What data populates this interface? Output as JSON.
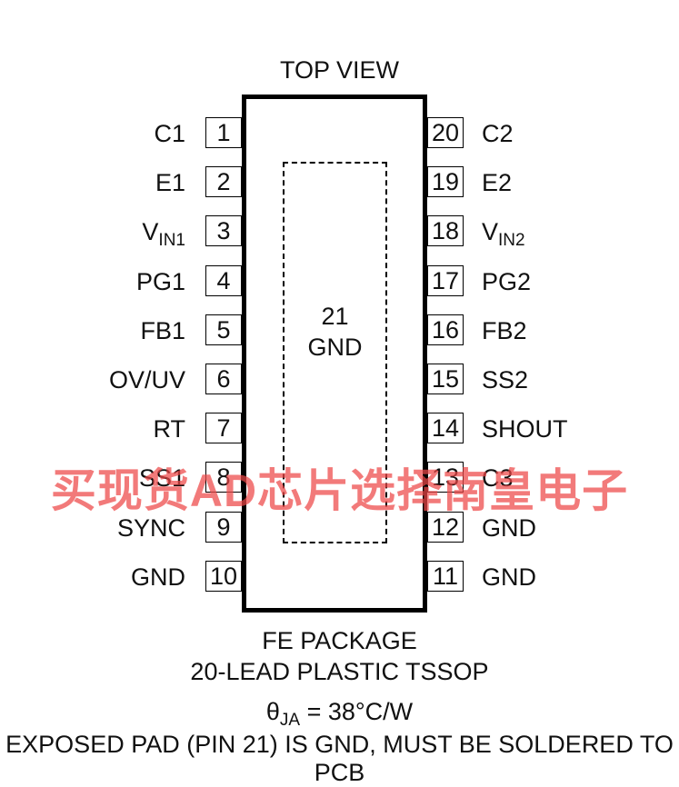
{
  "header": {
    "title": "TOP VIEW"
  },
  "exposed_pad": {
    "number": "21",
    "name": "GND"
  },
  "left_pins": [
    {
      "num": "1",
      "name": "C1",
      "sub": ""
    },
    {
      "num": "2",
      "name": "E1",
      "sub": ""
    },
    {
      "num": "3",
      "name": "V",
      "sub": "IN1"
    },
    {
      "num": "4",
      "name": "PG1",
      "sub": ""
    },
    {
      "num": "5",
      "name": "FB1",
      "sub": ""
    },
    {
      "num": "6",
      "name": "OV/UV",
      "sub": ""
    },
    {
      "num": "7",
      "name": "RT",
      "sub": ""
    },
    {
      "num": "8",
      "name": "SS1",
      "sub": ""
    },
    {
      "num": "9",
      "name": "SYNC",
      "sub": ""
    },
    {
      "num": "10",
      "name": "GND",
      "sub": ""
    }
  ],
  "right_pins": [
    {
      "num": "20",
      "name": "C2",
      "sub": ""
    },
    {
      "num": "19",
      "name": "E2",
      "sub": ""
    },
    {
      "num": "18",
      "name": "V",
      "sub": "IN2"
    },
    {
      "num": "17",
      "name": "PG2",
      "sub": ""
    },
    {
      "num": "16",
      "name": "FB2",
      "sub": ""
    },
    {
      "num": "15",
      "name": "SS2",
      "sub": ""
    },
    {
      "num": "14",
      "name": "SHOUT",
      "sub": ""
    },
    {
      "num": "13",
      "name": "C3",
      "sub": ""
    },
    {
      "num": "12",
      "name": "GND",
      "sub": ""
    },
    {
      "num": "11",
      "name": "GND",
      "sub": ""
    }
  ],
  "footer": {
    "package": "FE PACKAGE",
    "description": "20-LEAD PLASTIC TSSOP",
    "theta_symbol": "θ",
    "theta_sub": "JA",
    "theta_value": " = 38°C/W",
    "note": "EXPOSED PAD (PIN 21) IS GND, MUST BE SOLDERED TO PCB"
  },
  "watermark": {
    "text": "买现货AD芯片选择南皇电子",
    "color": "#ed4646"
  }
}
